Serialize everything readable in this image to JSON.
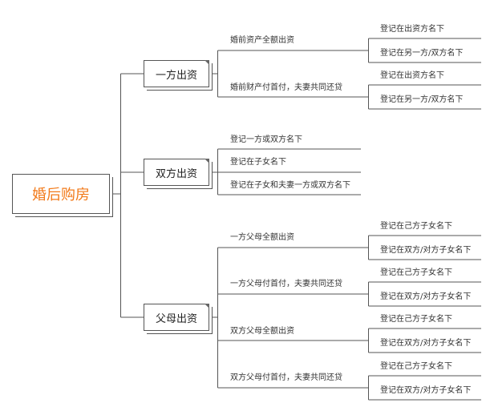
{
  "title": "婚后购房",
  "colors": {
    "accent": "#f27a1a",
    "line": "#555555"
  },
  "branches": [
    {
      "label": "一方出资",
      "items": [
        {
          "label": "婚前资产全额出资",
          "leaves": [
            "登记在出资方名下",
            "登记在另一方/双方名下"
          ]
        },
        {
          "label": "婚前财产付首付，夫妻共同还贷",
          "leaves": [
            "登记在出资方名下",
            "登记在另一方/双方名下"
          ]
        }
      ]
    },
    {
      "label": "双方出资",
      "items": [
        {
          "label": "登记一方或双方名下"
        },
        {
          "label": "登记在子女名下"
        },
        {
          "label": "登记在子女和夫妻一方或双方名下"
        }
      ]
    },
    {
      "label": "父母出资",
      "items": [
        {
          "label": "一方父母全额出资",
          "leaves": [
            "登记在己方子女名下",
            "登记在双方/对方子女名下"
          ]
        },
        {
          "label": "一方父母付首付，夫妻共同还贷",
          "leaves": [
            "登记在己方子女名下",
            "登记在双方/对方子女名下"
          ]
        },
        {
          "label": "双方父母全额出资",
          "leaves": [
            "登记在己方子女名下",
            "登记在双方/对方子女名下"
          ]
        },
        {
          "label": "双方父母付首付，夫妻共同还贷",
          "leaves": [
            "登记在己方子女名下",
            "登记在双方/对方子女名下"
          ]
        }
      ]
    }
  ]
}
